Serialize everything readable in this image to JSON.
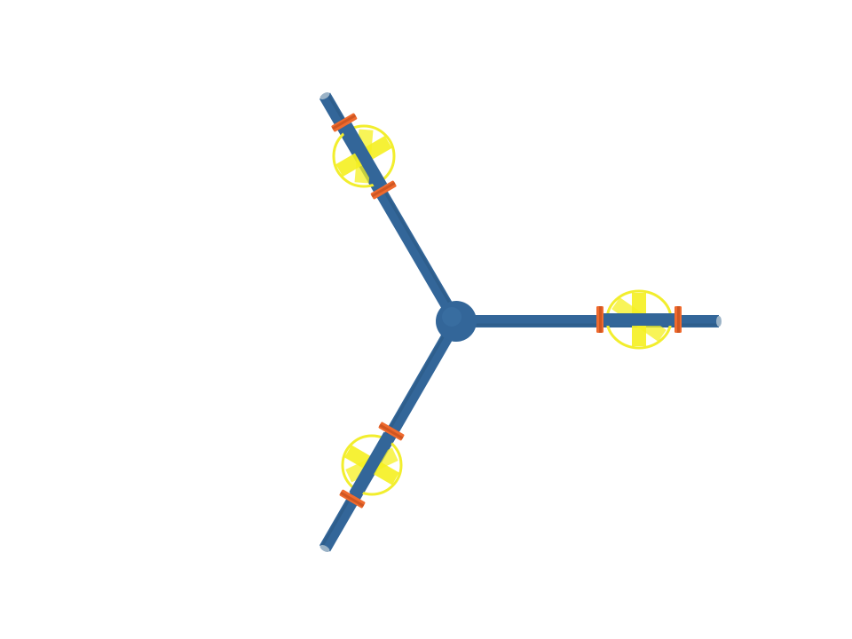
{
  "scene": {
    "background": "#ffffff",
    "arm_count": 3,
    "colors": {
      "arm": "#336699",
      "arm_shadow": "#2a5680",
      "hub": "#336699",
      "hub_highlight": "#3d74a8",
      "rotor_ring": "#f2ee2e",
      "rotor_blade": "#f5f020",
      "clamp": "#ef6a2e",
      "clamp_dark": "#b94a1a",
      "arm_end_cap": "#9bb3c7"
    },
    "arms": [
      {
        "name": "arm-right",
        "rotor": true
      },
      {
        "name": "arm-upper-left",
        "rotor": true
      },
      {
        "name": "arm-lower-left",
        "rotor": true
      }
    ]
  }
}
